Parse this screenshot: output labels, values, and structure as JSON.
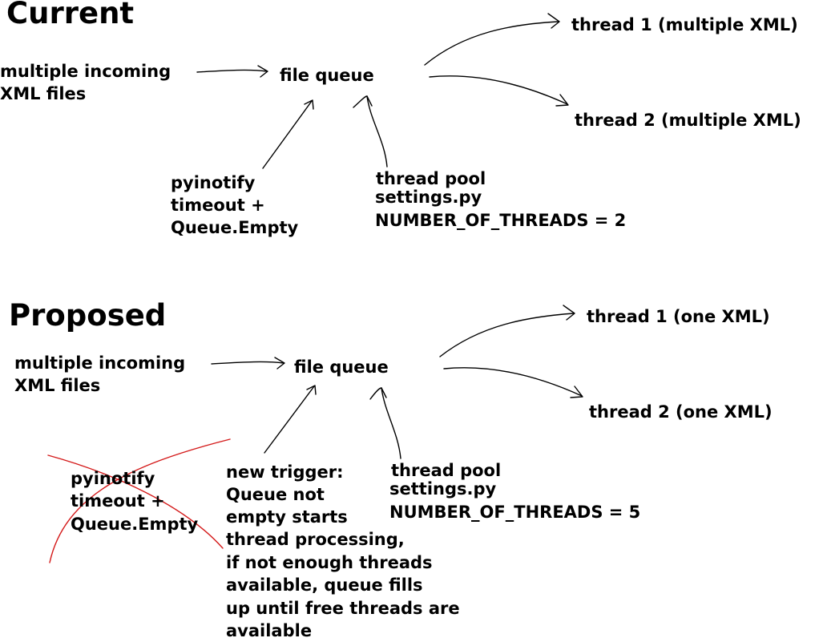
{
  "current": {
    "heading": "Current",
    "incoming": [
      "multiple incoming",
      "XML files"
    ],
    "queue": "file queue",
    "threads": [
      "thread 1 (multiple XML)",
      "thread 2 (multiple XML)"
    ],
    "trigger": [
      "pyinotify",
      "timeout +",
      "Queue.Empty"
    ],
    "pool": [
      "thread pool",
      "settings.py"
    ],
    "setting": "NUMBER_OF_THREADS = 2"
  },
  "proposed": {
    "heading": "Proposed",
    "incoming": [
      "multiple incoming",
      "XML files"
    ],
    "queue": "file queue",
    "threads": [
      "thread 1 (one XML)",
      "thread 2 (one XML)"
    ],
    "old_trigger": [
      "pyinotify",
      "timeout +",
      "Queue.Empty"
    ],
    "new_trigger": [
      "new trigger:",
      "Queue not",
      "empty starts",
      "thread processing,",
      "if not enough threads",
      "available, queue fills",
      "up until free threads are",
      "available"
    ],
    "pool": [
      "thread pool",
      "settings.py"
    ],
    "setting": "NUMBER_OF_THREADS = 5"
  },
  "colors": {
    "ink": "#000000",
    "strike": "#d41a1a"
  }
}
